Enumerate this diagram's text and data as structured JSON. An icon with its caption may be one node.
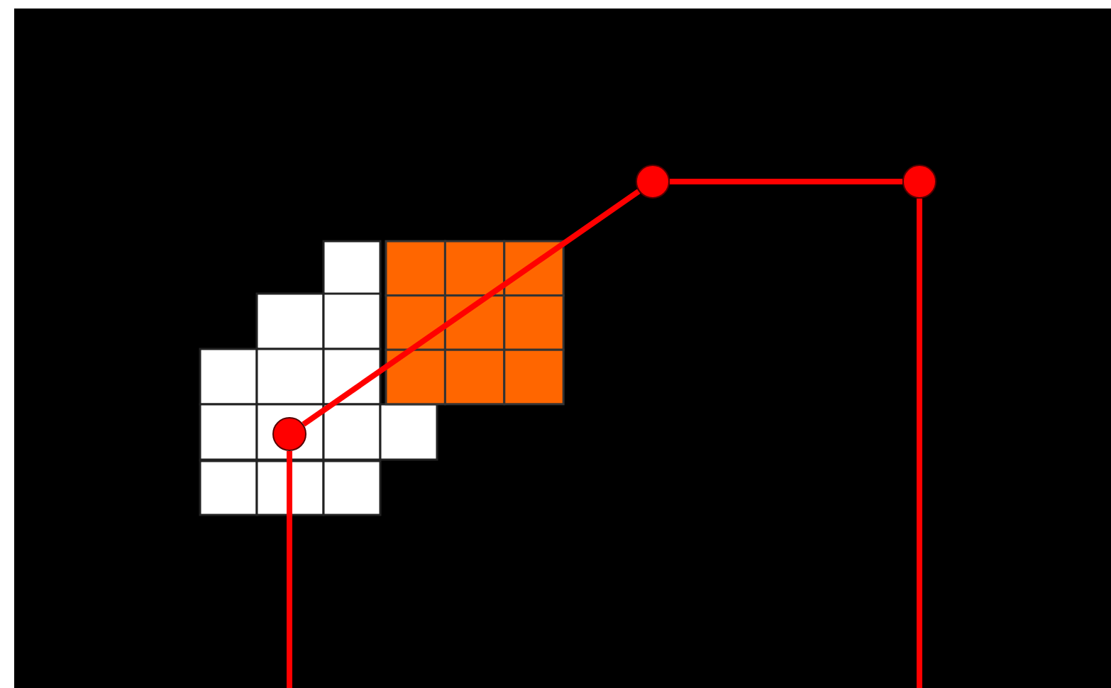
{
  "diagram": {
    "nodes": [
      {
        "text": [],
        "shape": "circle"
      },
      {
        "text": [],
        "shape": "circle"
      },
      {
        "text": [],
        "shape": "circle"
      }
    ],
    "edges": [
      {
        "from": null,
        "to": 2,
        "arrow": "none",
        "color": "#ff0000"
      },
      {
        "from": 2,
        "to": 0,
        "arrow": "none",
        "color": "#ff0000"
      },
      {
        "from": 0,
        "to": 1,
        "arrow": "none",
        "color": "#ff0000"
      },
      {
        "from": 1,
        "to": null,
        "arrow": "none",
        "color": "#ff0000"
      }
    ]
  }
}
